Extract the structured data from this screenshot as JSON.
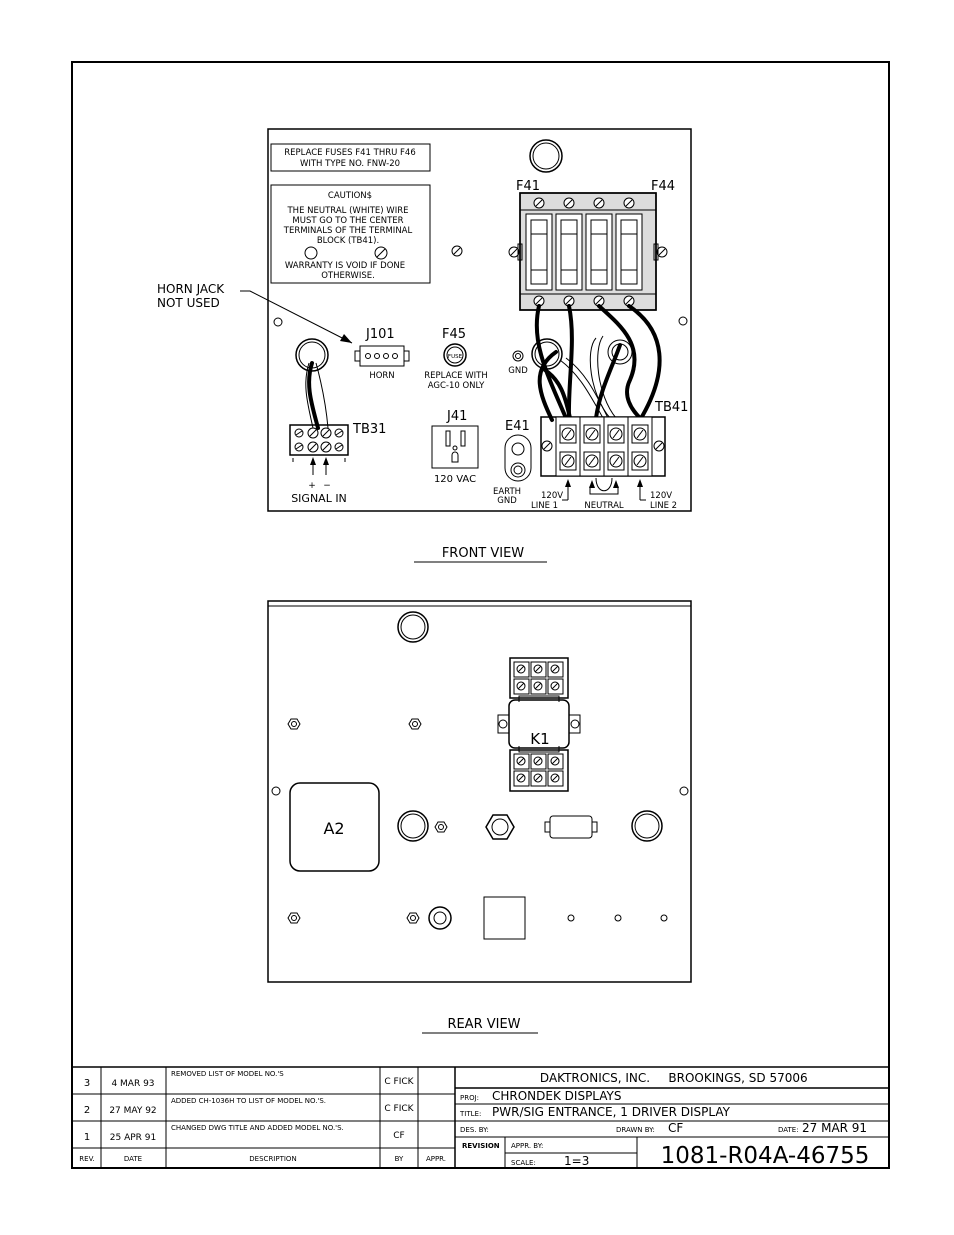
{
  "front_view": {
    "title": "FRONT VIEW",
    "fuse_note": [
      "REPLACE FUSES F41 THRU F46",
      "WITH TYPE NO. FNW-20"
    ],
    "caution": {
      "heading": "CAUTION$",
      "lines": [
        "THE NEUTRAL (WHITE) WIRE",
        "MUST GO TO THE CENTER",
        "TERMINALS OF THE TERMINAL",
        "BLOCK (TB41).",
        "WARRANTY IS VOID IF DONE",
        "OTHERWISE."
      ]
    },
    "horn_jack_note": [
      "HORN JACK",
      "NOT USED"
    ],
    "j101": "J101",
    "horn": "HORN",
    "f45": "F45",
    "fuse_text": "FUSE",
    "replace_note": [
      "REPLACE WITH",
      "AGC-10 ONLY"
    ],
    "gnd": "GND",
    "f41": "F41",
    "f44": "F44",
    "tb41": "TB41",
    "tb31": "TB31",
    "j41": "J41",
    "vac": "120 VAC",
    "e41": "E41",
    "earth_gnd": [
      "EARTH",
      "GND"
    ],
    "signal_plus": "+",
    "signal_minus": "−",
    "signal_in": "SIGNAL IN",
    "line1": [
      "120V",
      "LINE 1"
    ],
    "neutral": "NEUTRAL",
    "line2": [
      "120V",
      "LINE 2"
    ]
  },
  "rear_view": {
    "title": "REAR VIEW",
    "k1": "K1",
    "a2": "A2"
  },
  "revisions": {
    "headers": {
      "rev": "REV.",
      "date": "DATE",
      "description": "DESCRIPTION",
      "by": "BY",
      "appr": "APPR."
    },
    "rows": [
      {
        "rev": "3",
        "date": "4 MAR 93",
        "description": "REMOVED LIST OF MODEL NO.'S",
        "by": "C FICK",
        "appr": ""
      },
      {
        "rev": "2",
        "date": "27 MAY 92",
        "description": "ADDED CH-1036H TO LIST OF MODEL NO.'S.",
        "by": "C FICK",
        "appr": ""
      },
      {
        "rev": "1",
        "date": "25 APR 91",
        "description": "CHANGED DWG TITLE AND ADDED MODEL NO.'S.",
        "by": "CF",
        "appr": ""
      }
    ]
  },
  "title_block": {
    "company": "DAKTRONICS, INC.",
    "location": "BROOKINGS, SD 57006",
    "proj_label": "PROJ:",
    "proj": "CHRONDEK DISPLAYS",
    "title_label": "TITLE:",
    "title": "PWR/SIG ENTRANCE, 1 DRIVER DISPLAY",
    "des_label": "DES. BY:",
    "drawn_label": "DRAWN BY:",
    "drawn_by": "CF",
    "date_label": "DATE:",
    "date": "27 MAR 91",
    "revision_label": "REVISION",
    "appr_label": "APPR. BY:",
    "scale_label": "SCALE:",
    "scale": "1=3",
    "drawing_number": "1081-R04A-46755"
  }
}
